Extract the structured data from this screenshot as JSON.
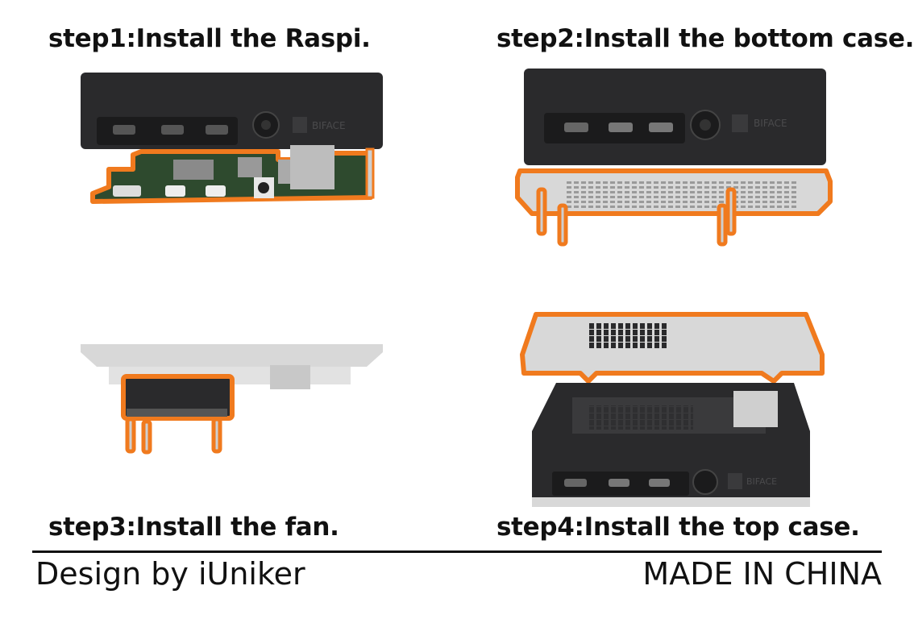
{
  "steps": [
    {
      "label": "step1:Install the Raspi."
    },
    {
      "label": "step2:Install the bottom case."
    },
    {
      "label": "step3:Install the fan."
    },
    {
      "label": "step4:Install the top case."
    }
  ],
  "footer": {
    "design_credit": "Design by iUniker",
    "origin": "MADE IN CHINA"
  },
  "case_logo": "BIFACE",
  "colors": {
    "highlight": "#f07a1e",
    "case_black": "#2a2a2c",
    "case_silver": "#d8d8d8",
    "pcb_green": "#2e4a2e"
  }
}
